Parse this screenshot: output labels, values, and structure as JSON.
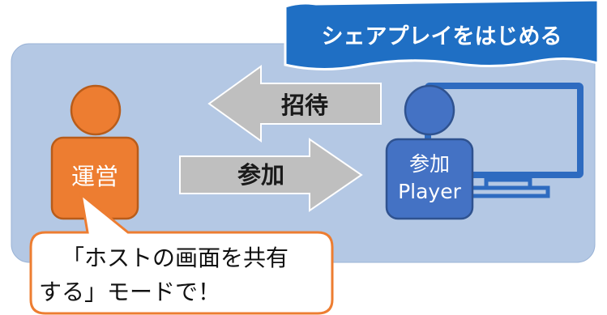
{
  "banner": {
    "title": "シェアプレイをはじめる"
  },
  "host": {
    "label": "運営"
  },
  "player": {
    "label_line1": "参加",
    "label_line2": "Player"
  },
  "arrows": {
    "invite_label": "招待",
    "join_label": "参加"
  },
  "callout": {
    "line1": "「ホストの画面を共有",
    "line2": "する」モードで！"
  },
  "colors": {
    "panel": "#b4c8e4",
    "banner": "#1f6fc4",
    "host": "#ed7d31",
    "player": "#4472c4",
    "arrow": "#bfbfbf",
    "tv": "#2e6bc0"
  }
}
